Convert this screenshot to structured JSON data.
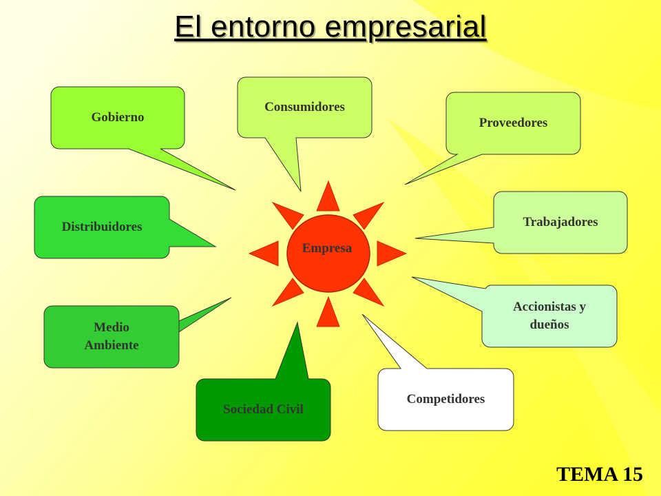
{
  "title": "El entorno empresarial",
  "tema": "TEMA 15",
  "center": {
    "label": "Empresa",
    "color": "#ff3300",
    "ray_color": "#ff3300"
  },
  "nodes": [
    {
      "id": "gobierno",
      "label": "Gobierno",
      "color": "#99ff33"
    },
    {
      "id": "consumidores",
      "label": "Consumidores",
      "color": "#ccff66"
    },
    {
      "id": "proveedores",
      "label": "Proveedores",
      "color": "#ccff66"
    },
    {
      "id": "distribuidores",
      "label": "Distribuidores",
      "color": "#33dd33"
    },
    {
      "id": "trabajadores",
      "label": "Trabajadores",
      "color": "#ccff99"
    },
    {
      "id": "medio-ambiente",
      "label": "Medio\nAmbiente",
      "color": "#33cc33"
    },
    {
      "id": "accionistas",
      "label": "Accionistas y\ndueños",
      "color": "#ccffcc"
    },
    {
      "id": "sociedad-civil",
      "label": "Sociedad Civil",
      "color": "#009900"
    },
    {
      "id": "competidores",
      "label": "Competidores",
      "color": "#ffffff"
    }
  ]
}
